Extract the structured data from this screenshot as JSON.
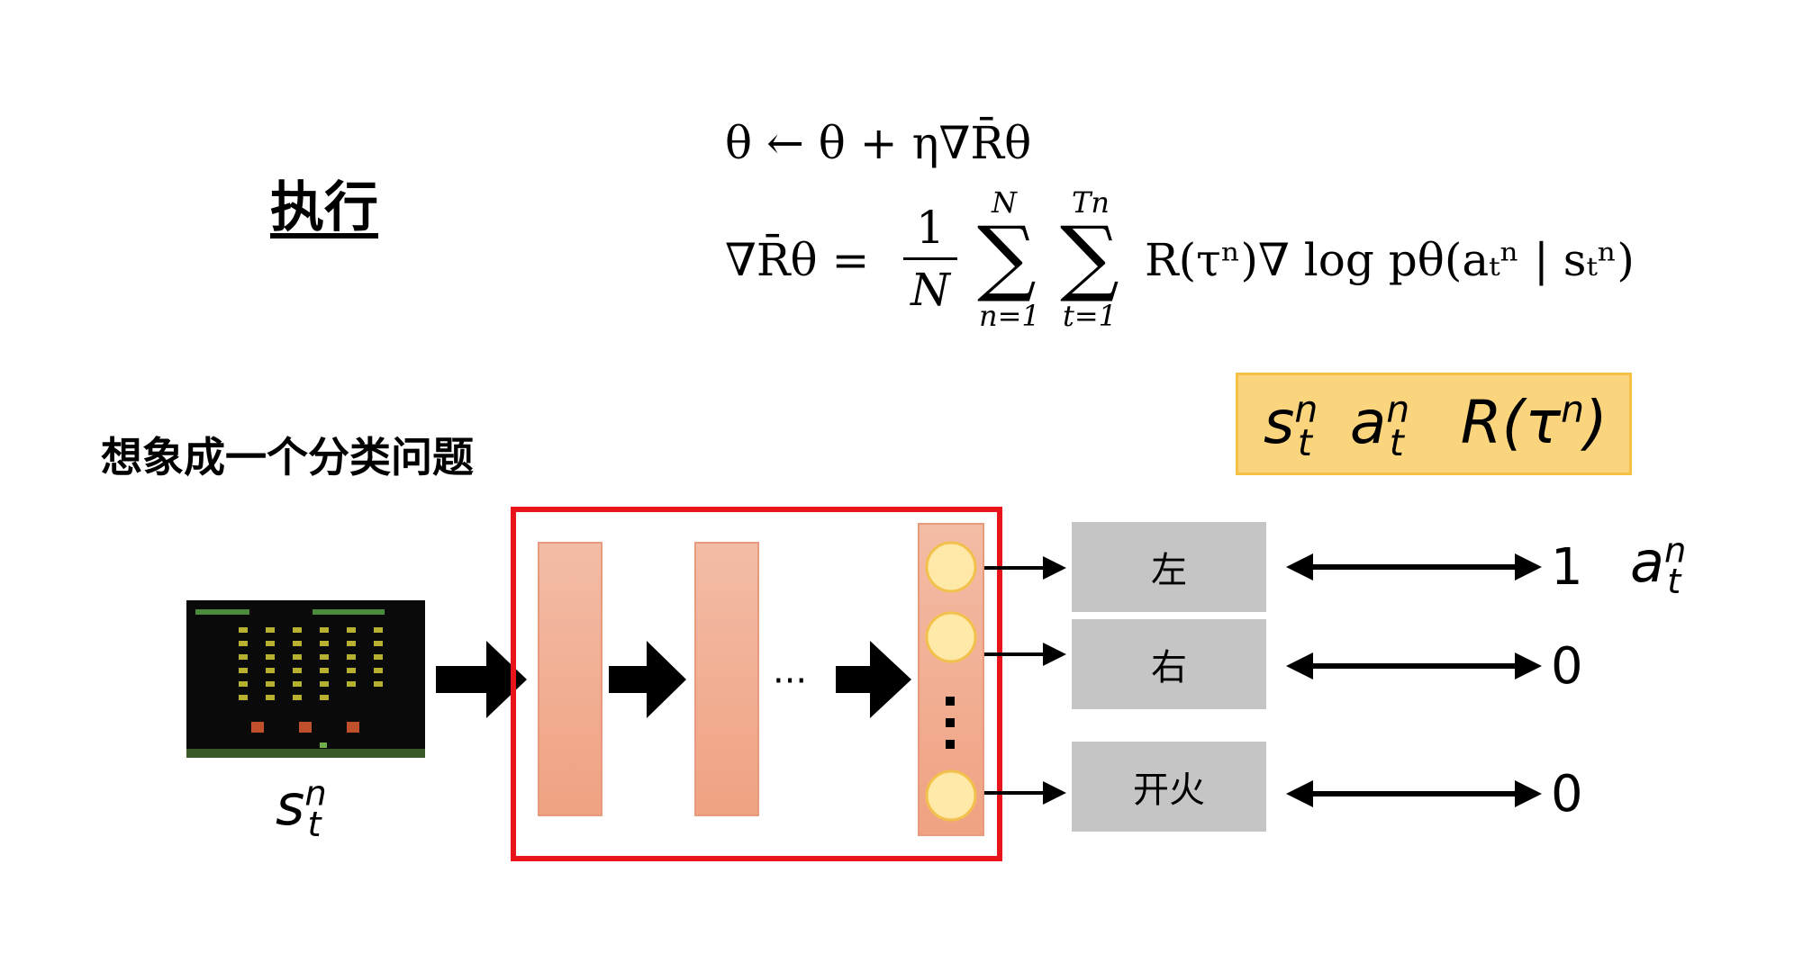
{
  "title": "执行",
  "subtitle": "想象成一个分类问题",
  "equations": {
    "update_rule": "θ ← θ + η∇R̄θ",
    "gradient_lhs": "∇R̄θ =",
    "frac_num": "1",
    "frac_den": "N",
    "sum1_top": "N",
    "sum1_bottom": "n=1",
    "sum2_top": "Tn",
    "sum2_bottom": "t=1",
    "gradient_rhs": "R(τⁿ)∇ log pθ(aₜⁿ | sₜⁿ)"
  },
  "sample_box": {
    "s": "s",
    "a": "a",
    "r": "R(τ",
    "r_close": ")",
    "n": "n",
    "t": "t"
  },
  "input_label": {
    "base": "s",
    "sup": "n",
    "sub": "t"
  },
  "network": {
    "ellipsis_h": "···"
  },
  "actions": [
    {
      "label": "左",
      "target": "1"
    },
    {
      "label": "右",
      "target": "0"
    },
    {
      "label": "开火",
      "target": "0"
    }
  ],
  "output_label": {
    "base": "a",
    "sup": "n",
    "sub": "t"
  },
  "colors": {
    "highlight_bg": "#fbd57e",
    "network_border": "#e8141b",
    "layer_fill": "#f2b4a0",
    "neuron_fill": "#ffe9a8",
    "action_bg": "#c5c5c5"
  }
}
